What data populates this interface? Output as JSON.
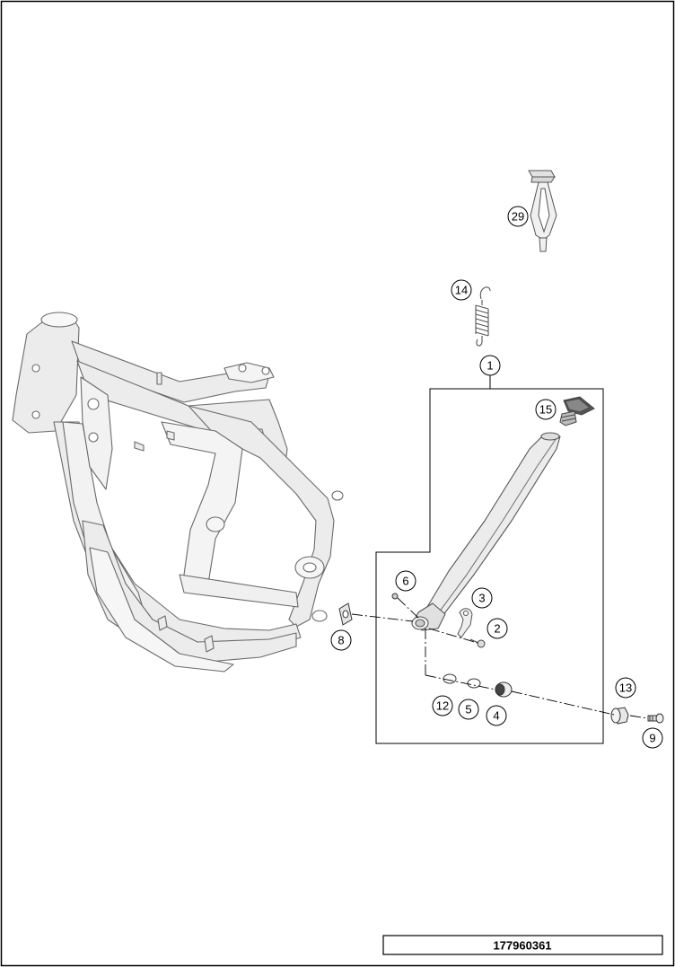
{
  "diagram": {
    "drawing_number": "177960361",
    "callouts": {
      "c1": "1",
      "c2": "2",
      "c3": "3",
      "c4": "4",
      "c5": "5",
      "c6": "6",
      "c8": "8",
      "c9": "9",
      "c12": "12",
      "c13": "13",
      "c14": "14",
      "c15": "15",
      "c29": "29"
    },
    "colors": {
      "line": "#000000",
      "part_stroke": "#555555",
      "part_fill": "#e6e6e6"
    }
  }
}
